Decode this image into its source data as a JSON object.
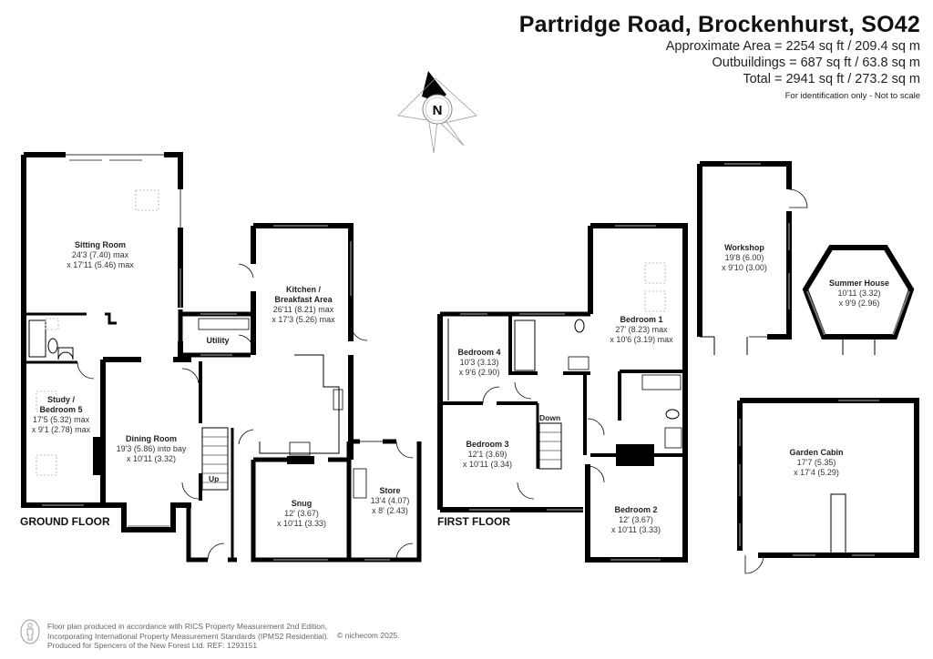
{
  "header": {
    "title": "Partridge Road, Brockenhurst, SO42",
    "approximate_area": "Approximate Area = 2254 sq ft / 209.4 sq m",
    "outbuildings": "Outbuildings = 687 sq ft / 63.8 sq m",
    "total": "Total = 2941 sq ft / 273.2 sq m",
    "disclaimer": "For identification only - Not to scale"
  },
  "compass": {
    "label": "N",
    "icon": "compass-north-icon"
  },
  "floors": {
    "ground": {
      "label": "GROUND FLOOR",
      "rooms": [
        {
          "name": "Sitting Room",
          "dim1": "24'3 (7.40) max",
          "dim2": "x 17'11 (5.46) max"
        },
        {
          "name": "Kitchen / Breakfast Area",
          "name1": "Kitchen /",
          "name2": "Breakfast Area",
          "dim1": "26'11 (8.21) max",
          "dim2": "x 17'3 (5.26) max"
        },
        {
          "name": "Utility"
        },
        {
          "name": "Study / Bedroom 5",
          "name1": "Study /",
          "name2": "Bedroom 5",
          "dim1": "17'5 (5.32) max",
          "dim2": "x 9'1 (2.78) max"
        },
        {
          "name": "Dining Room",
          "dim1": "19'3 (5.86) into bay",
          "dim2": "x 10'11 (3.32)"
        },
        {
          "name": "Snug",
          "dim1": "12' (3.67)",
          "dim2": "x 10'11 (3.33)"
        },
        {
          "name": "Store",
          "dim1": "13'4 (4.07)",
          "dim2": "x 8' (2.43)"
        }
      ],
      "stairs_label": "Up"
    },
    "first": {
      "label": "FIRST FLOOR",
      "rooms": [
        {
          "name": "Bedroom 1",
          "dim1": "27' (8.23) max",
          "dim2": "x 10'6 (3.19) max"
        },
        {
          "name": "Bedroom 4",
          "dim1": "10'3 (3.13)",
          "dim2": "x 9'6 (2.90)"
        },
        {
          "name": "Bedroom 3",
          "dim1": "12'1 (3.69)",
          "dim2": "x 10'11 (3.34)"
        },
        {
          "name": "Bedroom 2",
          "dim1": "12' (3.67)",
          "dim2": "x 10'11 (3.33)"
        }
      ],
      "stairs_label": "Down"
    },
    "outbuildings": {
      "rooms": [
        {
          "name": "Workshop",
          "dim1": "19'8 (6.00)",
          "dim2": "x 9'10 (3.00)"
        },
        {
          "name": "Summer House",
          "dim1": "10'11 (3.32)",
          "dim2": "x 9'9 (2.96)"
        },
        {
          "name": "Garden Cabin",
          "dim1": "17'7 (5.35)",
          "dim2": "x 17'4 (5.29)"
        }
      ]
    }
  },
  "footer": {
    "line1": "Floor plan produced in accordance with RICS Property Measurement 2nd Edition,",
    "line2": "Incorporating International Property Measurement Standards (IPMS2 Residential).",
    "line3": "Produced for Spencers of the New Forest Ltd.   REF: 1293151",
    "copyright": "© nichecom 2025."
  },
  "colors": {
    "wall": "#000000",
    "background": "#ffffff",
    "text": "#222222",
    "footer_text": "#666666"
  }
}
